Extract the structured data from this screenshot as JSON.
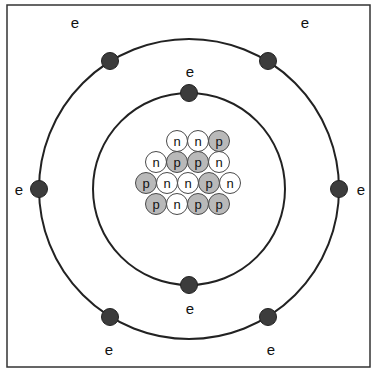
{
  "diagram": {
    "nodes": [
      {
        "text": [
          "e"
        ]
      },
      {
        "text": [
          "e"
        ]
      },
      {
        "text": [
          "e"
        ]
      },
      {
        "text": [
          "e"
        ]
      },
      {
        "text": [
          "n"
        ]
      },
      {
        "text": [
          "n"
        ]
      },
      {
        "text": [
          "p"
        ]
      },
      {
        "text": [
          "n"
        ]
      },
      {
        "text": [
          "p"
        ]
      },
      {
        "text": [
          "p"
        ]
      },
      {
        "text": [
          "n"
        ]
      },
      {
        "text": [
          "p"
        ]
      },
      {
        "text": [
          "n"
        ]
      },
      {
        "text": [
          "n"
        ]
      },
      {
        "text": [
          "p"
        ]
      },
      {
        "text": [
          "n"
        ]
      },
      {
        "text": [
          "p"
        ]
      },
      {
        "text": [
          "n"
        ]
      },
      {
        "text": [
          "p"
        ]
      },
      {
        "text": [
          "p"
        ]
      },
      {
        "text": [
          "e"
        ]
      },
      {
        "text": [
          "e"
        ]
      },
      {
        "text": [
          "e"
        ]
      },
      {
        "text": [
          "e"
        ]
      }
    ]
  }
}
